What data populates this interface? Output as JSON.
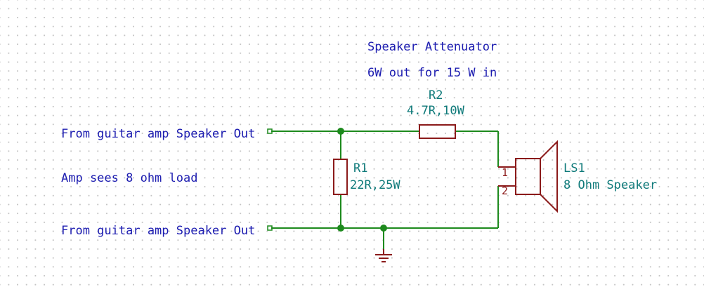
{
  "title": "Speaker Attenuator",
  "subtitle": "6W out for 15 W in",
  "notes": {
    "input_top": "From guitar amp Speaker Out",
    "load": "Amp sees 8 ohm load",
    "input_bottom": "From guitar amp Speaker Out"
  },
  "components": {
    "r1": {
      "ref": "R1",
      "value": "22R,25W"
    },
    "r2": {
      "ref": "R2",
      "value": "4.7R,10W"
    },
    "ls1": {
      "ref": "LS1",
      "value": "8 Ohm Speaker",
      "pin1": "1",
      "pin2": "2"
    }
  },
  "colors": {
    "wire": "#1d8a1d",
    "component": "#8b1a1a",
    "text_note": "#1c1cb0",
    "text_ref": "#0f7a7a"
  }
}
